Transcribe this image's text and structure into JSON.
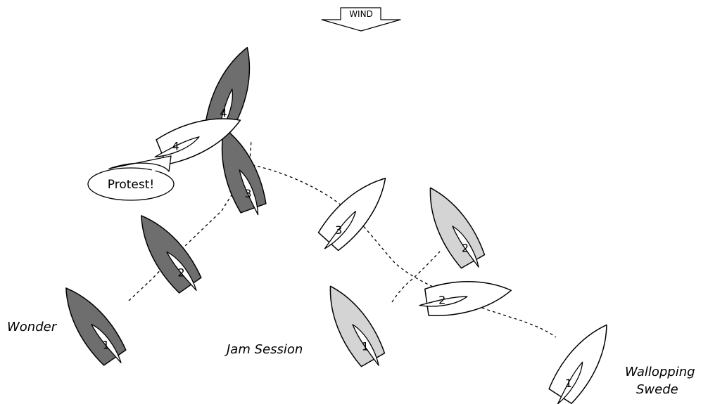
{
  "wind": {
    "label": "WIND"
  },
  "callout": {
    "text": "Protest!"
  },
  "colors": {
    "wonder": "#6e6e6e",
    "jam_session": "#d4d4d4",
    "wallopping_swede": "#ffffff"
  },
  "boats": [
    {
      "id": "wonder",
      "name_lines": [
        "Wonder"
      ],
      "positions": [
        "1",
        "2",
        "3",
        "4"
      ]
    },
    {
      "id": "jam_session",
      "name_lines": [
        "Jam Session"
      ],
      "positions": [
        "1",
        "2"
      ]
    },
    {
      "id": "wallopping_swede",
      "name_lines": [
        "Wallopping",
        "Swede"
      ],
      "positions": [
        "1",
        "2",
        "3",
        "4"
      ]
    }
  ]
}
